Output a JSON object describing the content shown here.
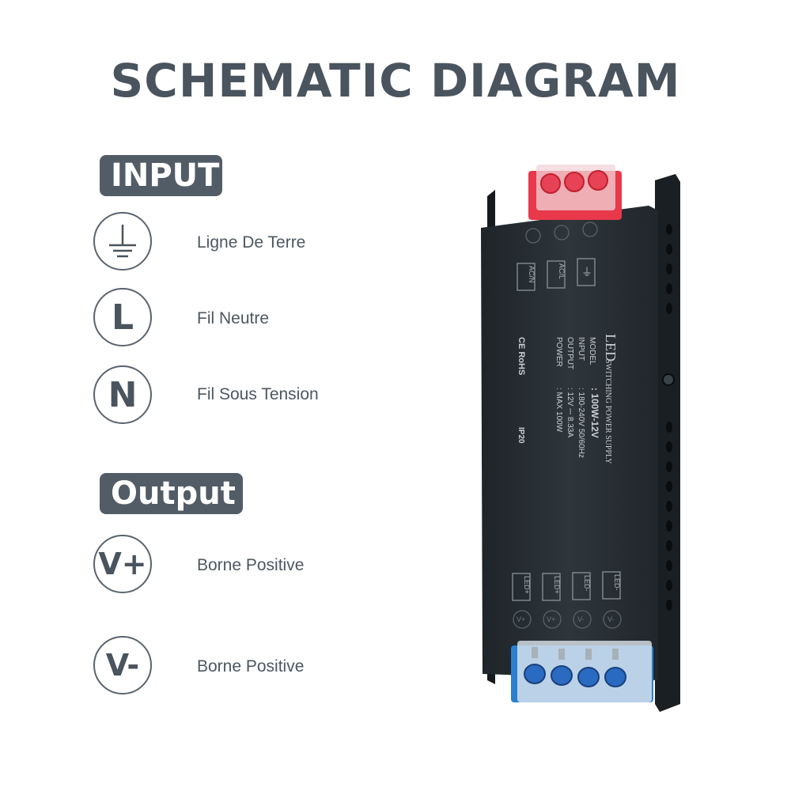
{
  "title": "SCHEMATIC DIAGRAM",
  "input": {
    "tag": "INPUT",
    "items": [
      {
        "symbol": "",
        "icon": "ground-icon",
        "label": "Ligne De Terre"
      },
      {
        "symbol": "L",
        "icon": "letter-l-icon",
        "label": "Fil Neutre"
      },
      {
        "symbol": "N",
        "icon": "letter-n-icon",
        "label": "Fil Sous Tension"
      }
    ]
  },
  "output": {
    "tag": "Output",
    "items": [
      {
        "symbol": "V+",
        "icon": "v-plus-icon",
        "label": "Borne Positive"
      },
      {
        "symbol": "V-",
        "icon": "v-minus-icon",
        "label": "Borne Positive"
      }
    ]
  },
  "device": {
    "top_terminals": [
      "AC/N",
      "AC/L",
      "⏚"
    ],
    "bottom_terminals": [
      "LED+",
      "LED+",
      "LED-",
      "LED-"
    ],
    "bottom_symbols": [
      "V+",
      "V+",
      "V-",
      "V-"
    ],
    "brand": "LED",
    "subtitle": "SWITCHING POWER SUPPLY",
    "spec_keys": [
      "MODEL",
      "INPUT",
      "OUTPUT",
      "POWER"
    ],
    "spec_values": [
      ": 100W-12V",
      ": 180-240V 50/60Hz",
      ": 12V ⎓ 8.33A",
      ": MAX 100W"
    ],
    "marks": [
      "CE RoHS",
      "IP20"
    ],
    "colors": {
      "body": "#2b3238",
      "top_clamp": "#e0384a",
      "bottom_clamp": "#2a7fd0"
    }
  }
}
